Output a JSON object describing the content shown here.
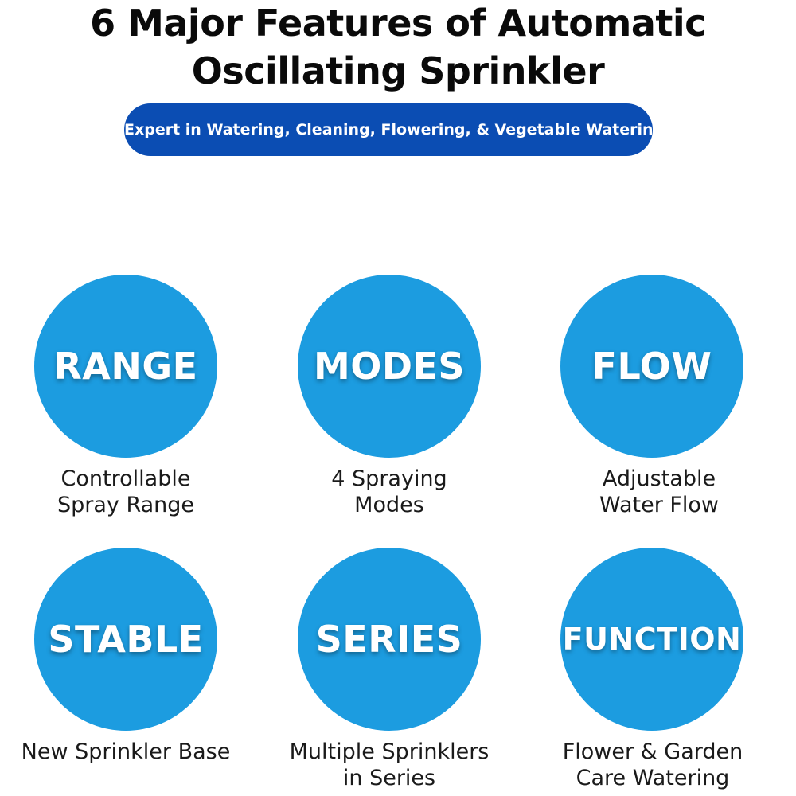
{
  "header": {
    "title_line1": "6 Major Features of Automatic",
    "title_line2": "Oscillating Sprinkler",
    "subtitle": "Expert in Watering, Cleaning, Flowering, & Vegetable Watering"
  },
  "colors": {
    "circle": "#1c9ce0",
    "pill": "#0b4db3",
    "text": "#1a1a1a"
  },
  "features": [
    {
      "word": "RANGE",
      "caption_line1": "Controllable",
      "caption_line2": "Spray Range"
    },
    {
      "word": "MODES",
      "caption_line1": "4 Spraying",
      "caption_line2": "Modes"
    },
    {
      "word": "FLOW",
      "caption_line1": "Adjustable",
      "caption_line2": "Water Flow"
    },
    {
      "word": "STABLE",
      "caption_line1": "New Sprinkler Base",
      "caption_line2": ""
    },
    {
      "word": "SERIES",
      "caption_line1": "Multiple Sprinklers",
      "caption_line2": "in Series"
    },
    {
      "word": "FUNCTION",
      "caption_line1": "Flower & Garden",
      "caption_line2": "Care Watering"
    }
  ]
}
